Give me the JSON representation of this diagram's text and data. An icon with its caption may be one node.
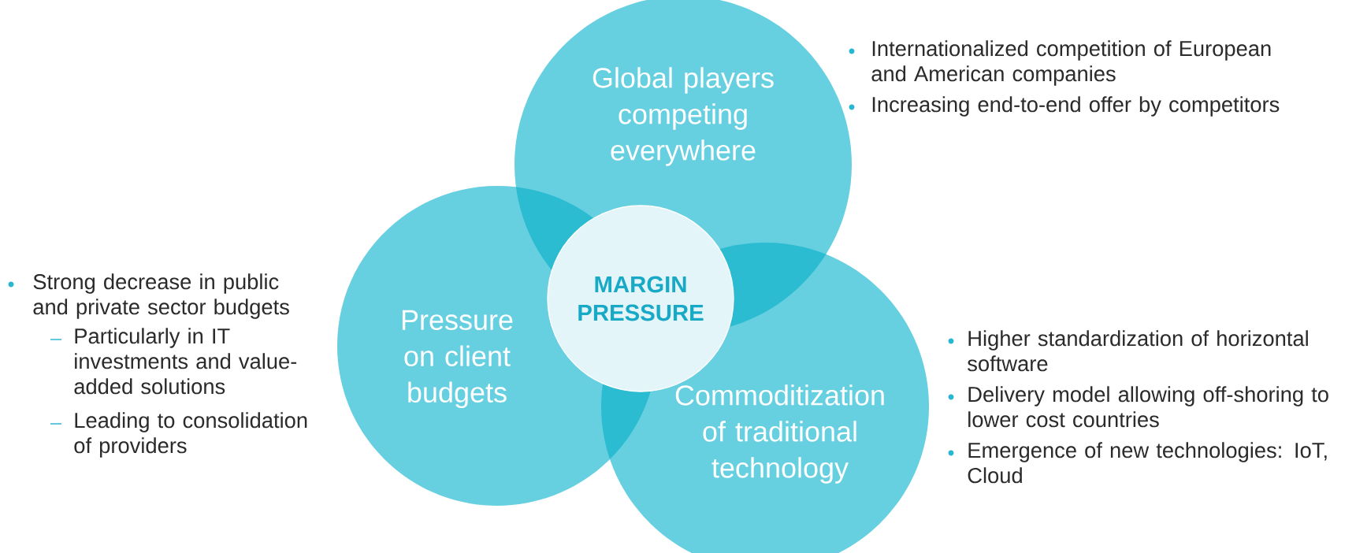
{
  "diagram": {
    "nodes": [
      {
        "text": [
          "Global players competing everywhere"
        ],
        "beside": [
          "Internationalized competition of European and American companies",
          "Increasing end-to-end offer by competitors"
        ]
      },
      {
        "text": [
          "Pressure on client budgets"
        ],
        "beside": [
          "Strong decrease in public and private sector budgets",
          "Particularly in IT investments and value-added solutions",
          "Leading to consolidation of providers"
        ]
      },
      {
        "text": [
          "Commoditization of traditional technology"
        ],
        "beside": [
          "Higher standardization of horizontal software",
          "Delivery model allowing off-shoring to lower cost countries",
          "Emergence of new technologies: IoT, Cloud"
        ]
      },
      {
        "text": [
          "MARGIN PRESSURE"
        ]
      }
    ],
    "edges": []
  }
}
